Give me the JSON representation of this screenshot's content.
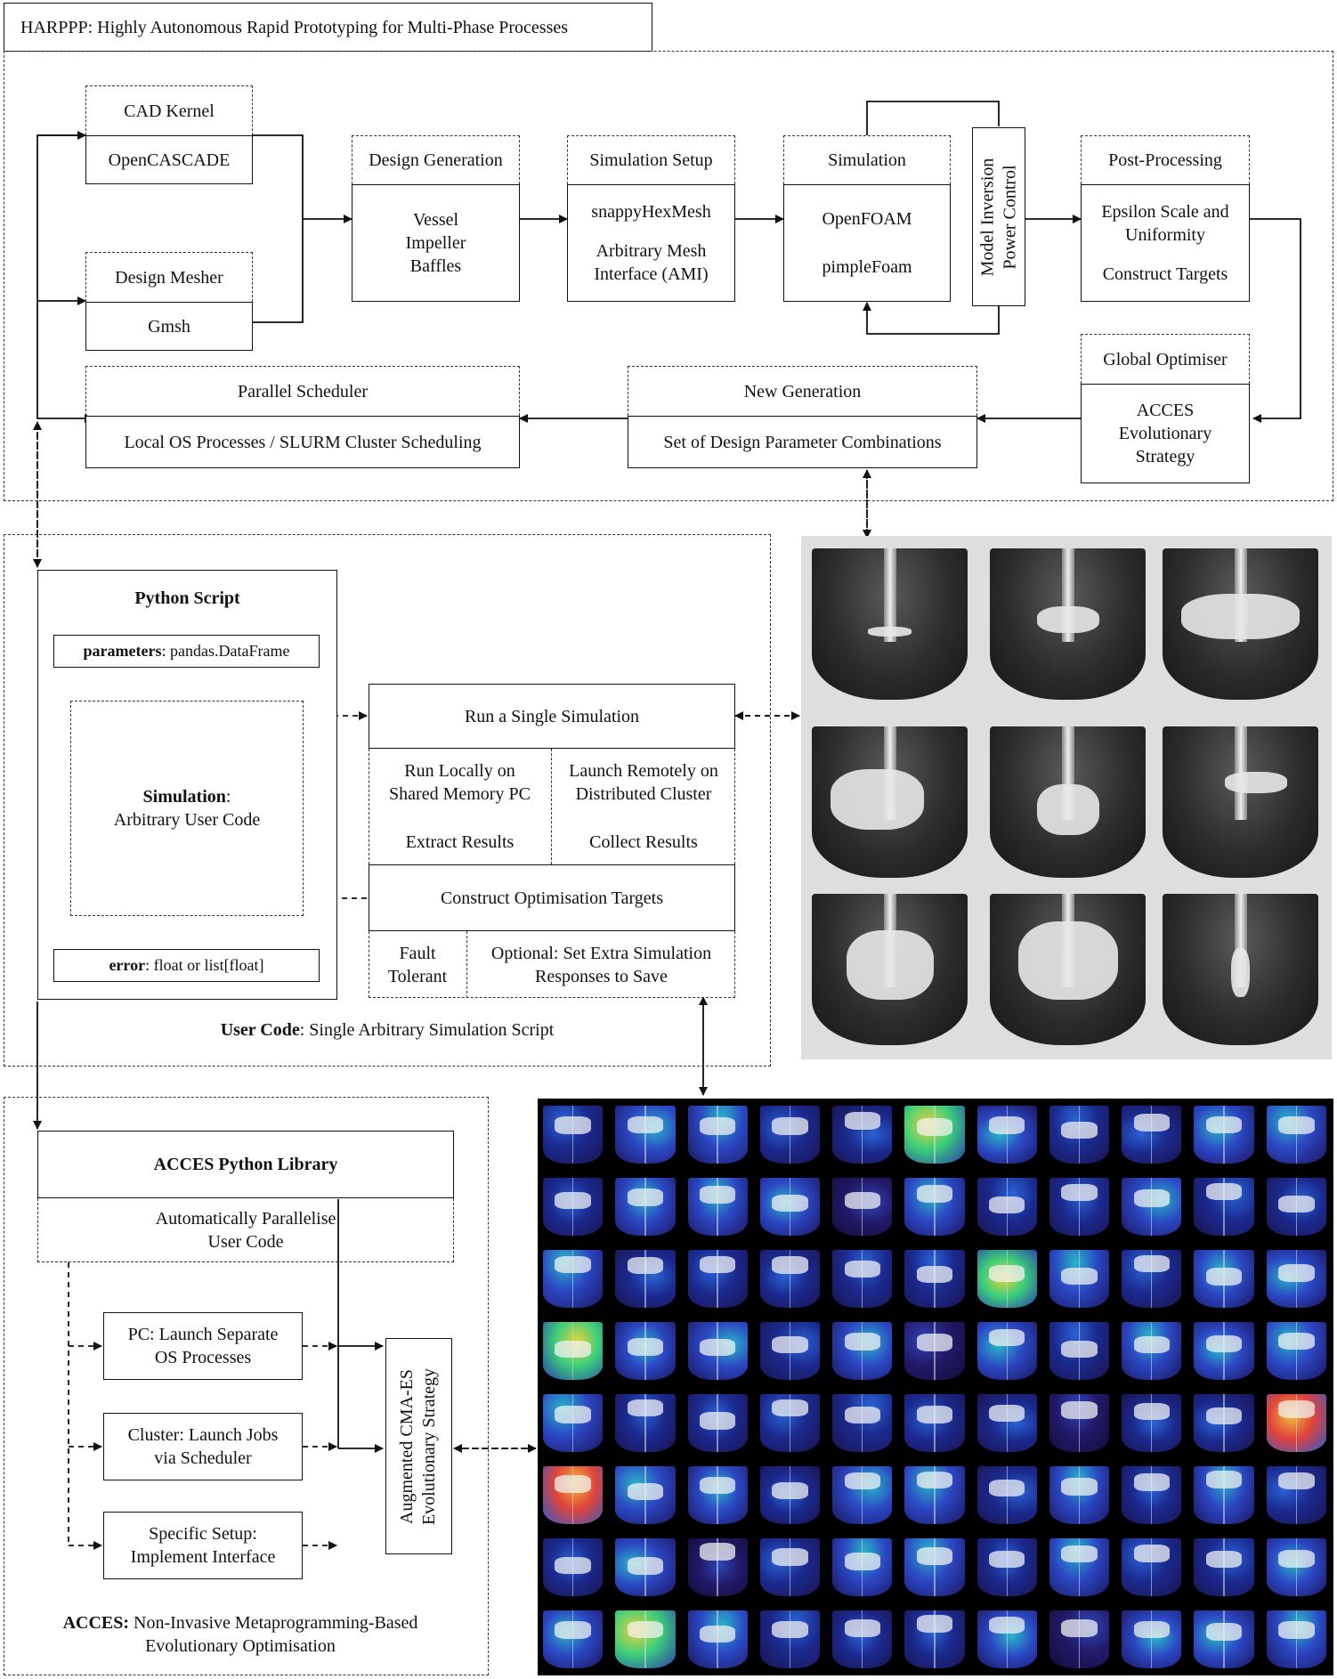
{
  "title": "HARPPP: Highly Autonomous Rapid Prototyping for Multi-Phase Processes",
  "pipeline": {
    "cad_kernel": {
      "header": "CAD Kernel",
      "body": "OpenCASCADE"
    },
    "design_mesher": {
      "header": "Design Mesher",
      "body": "Gmsh"
    },
    "design_generation": {
      "header": "Design Generation",
      "body": [
        "Vessel",
        "Impeller",
        "Baffles"
      ]
    },
    "simulation_setup": {
      "header": "Simulation Setup",
      "body": [
        "snappyHexMesh",
        "Arbitrary Mesh",
        "Interface (AMI)"
      ]
    },
    "simulation": {
      "header": "Simulation",
      "body": [
        "OpenFOAM",
        "pimpleFoam"
      ]
    },
    "model_inversion": {
      "body": [
        "Model Inversion",
        "Power Control"
      ]
    },
    "post_processing": {
      "header": "Post-Processing",
      "body": [
        "Epsilon Scale and",
        "Uniformity",
        "Construct Targets"
      ]
    },
    "global_optimiser": {
      "header": "Global Optimiser",
      "body": [
        "ACCES",
        "Evolutionary",
        "Strategy"
      ]
    },
    "new_generation": {
      "header": "New Generation",
      "body": "Set of Design Parameter Combinations"
    },
    "parallel_scheduler": {
      "header": "Parallel Scheduler",
      "body": "Local OS Processes / SLURM Cluster Scheduling"
    }
  },
  "user_code": {
    "caption_bold": "User Code",
    "caption_rest": ": Single Arbitrary Simulation Script",
    "python_script": {
      "title": "Python Script",
      "parameters_bold": "parameters",
      "parameters_rest": ": pandas.DataFrame",
      "simulation_bold": "Simulation",
      "simulation_colon": ":",
      "simulation_rest": "Arbitrary User Code",
      "error_bold": "error",
      "error_rest": ": float or list[float]"
    },
    "run_single": "Run a Single Simulation",
    "run_locally": [
      "Run Locally on",
      "Shared Memory PC"
    ],
    "extract_results": "Extract Results",
    "launch_remotely": [
      "Launch Remotely on",
      "Distributed Cluster"
    ],
    "collect_results": "Collect Results",
    "construct_targets": "Construct Optimisation Targets",
    "fault_tolerant": [
      "Fault",
      "Tolerant"
    ],
    "optional_extra": [
      "Optional: Set Extra Simulation",
      "Responses to Save"
    ]
  },
  "acces": {
    "library_title": "ACCES Python Library",
    "parallelise": [
      "Automatically Parallelise",
      "User Code"
    ],
    "pc_launch": [
      "PC: Launch Separate",
      "OS Processes"
    ],
    "cluster_launch": [
      "Cluster: Launch Jobs",
      "via Scheduler"
    ],
    "specific_setup": [
      "Specific Setup:",
      "Implement Interface"
    ],
    "cma_es": [
      "Augmented CMA-ES",
      "Evolutionary Strategy"
    ],
    "caption_bold": "ACCES:",
    "caption_rest_1": " Non-Invasive Metaprogramming-Based",
    "caption_rest_2": "Evolutionary Optimisation"
  },
  "colors": {
    "line": "#111111",
    "dash": "#333333",
    "gallery_bg": "#dedede",
    "cfd_bg": "#000000"
  },
  "icons": [
    "arrow-icon",
    "vessel-render-image",
    "cfd-heatmap-image"
  ]
}
